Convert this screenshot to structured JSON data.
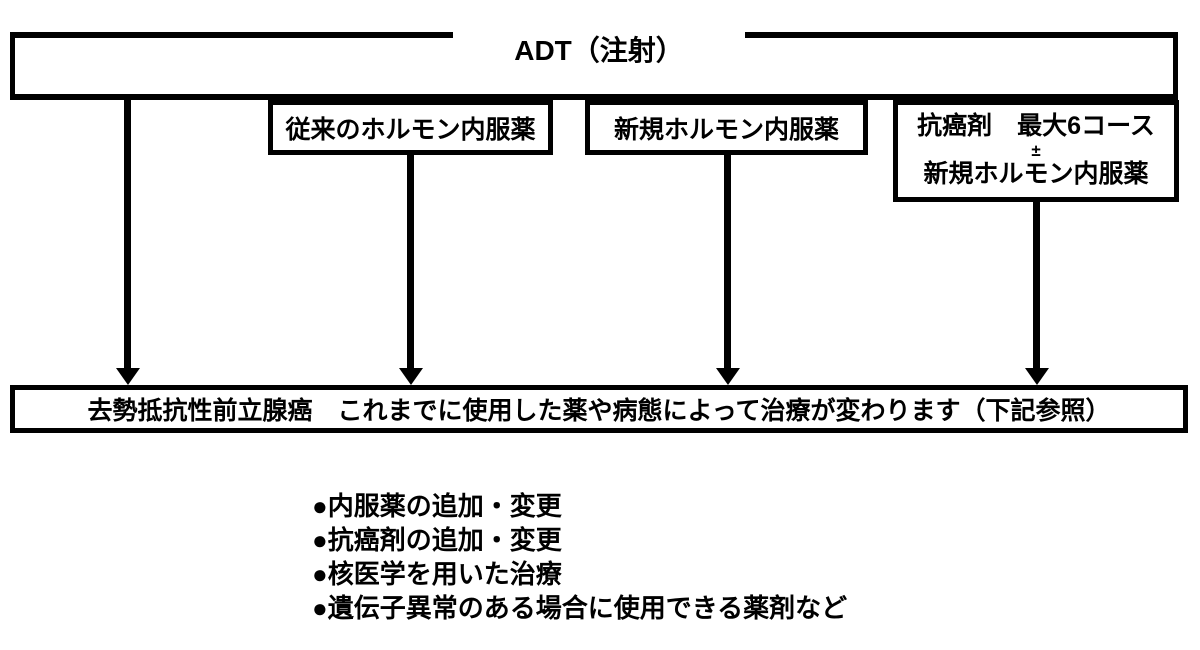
{
  "diagram": {
    "colors": {
      "stroke": "#000000",
      "background": "#ffffff"
    },
    "top_box": {
      "title": "ADT（注射）"
    },
    "second_row": [
      {
        "label": "従来のホルモン内服薬"
      },
      {
        "label": "新規ホルモン内服薬"
      },
      {
        "lines": [
          "抗癌剤　最大6コース",
          "±",
          "新規ホルモン内服薬"
        ]
      }
    ],
    "result_bar": {
      "text": "去勢抵抗性前立腺癌　これまでに使用した薬や病態によって治療が変わります（下記参照）"
    },
    "notes": [
      "●内服薬の追加・変更",
      "●抗癌剤の追加・変更",
      "●核医学を用いた治療",
      "●遺伝子異常のある場合に使用できる薬剤など"
    ]
  }
}
